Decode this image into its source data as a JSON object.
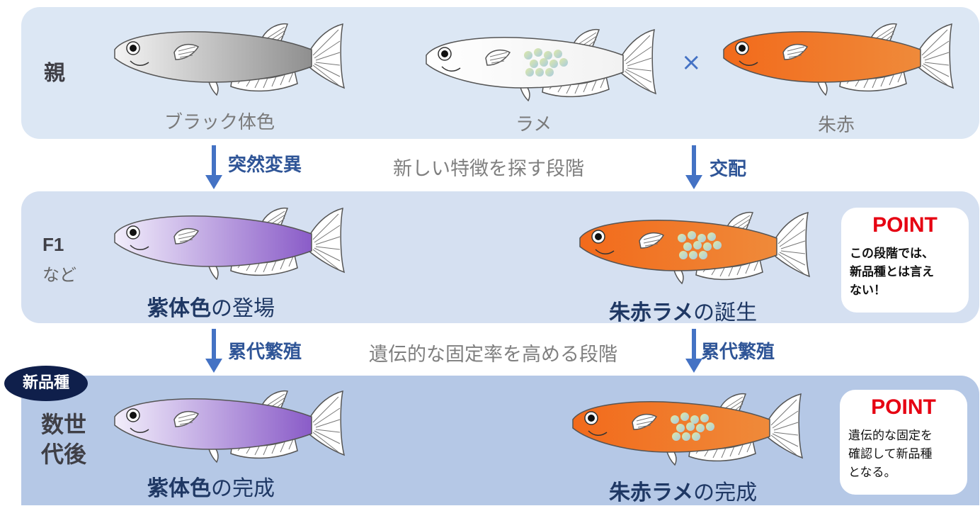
{
  "rows": {
    "parent": {
      "label": "親"
    },
    "f1": {
      "label": "F1",
      "sublabel": "など"
    },
    "generations": {
      "label": "数世代後"
    }
  },
  "parents": {
    "black": "ブラック体色",
    "lame": "ラメ",
    "cross_symbol": "×",
    "red": "朱赤"
  },
  "transitions": {
    "mutation": "突然変異",
    "mating": "交配",
    "stage1": "新しい特徴を探す段階",
    "breeding_left": "累代繁殖",
    "breeding_right": "累代繁殖",
    "stage2": "遺伝的な固定率を高める段階"
  },
  "f1_results": {
    "purple_strong": "紫体色",
    "purple_rest": "の登場",
    "redlame_strong": "朱赤ラメ",
    "redlame_rest": "の誕生"
  },
  "final_results": {
    "purple_strong": "紫体色",
    "purple_rest": "の完成",
    "redlame_strong": "朱赤ラメ",
    "redlame_rest": "の完成"
  },
  "badge": "新品種",
  "point1": {
    "title": "POINT",
    "lines": [
      "この段階では、",
      "新品種とは言え",
      "ない！"
    ]
  },
  "point2": {
    "title": "POINT",
    "lines": [
      "遺伝的な固定を",
      "確認して新品種",
      "となる。"
    ]
  },
  "colors": {
    "arrow": "#4472c4",
    "point_title": "#e60012",
    "black_fish": "#9a9a9a",
    "purple_fish": "#8c63c9",
    "red_fish": "#ef7a2a",
    "lame_scale": "#b6d6c8"
  }
}
